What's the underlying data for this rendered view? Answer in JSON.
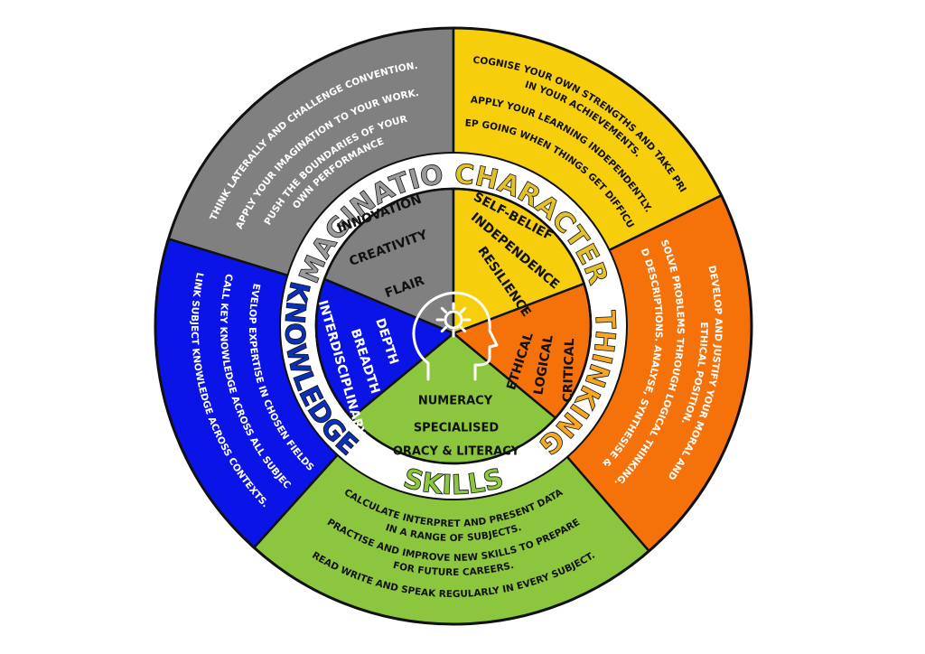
{
  "segments": [
    {
      "key": "imagination",
      "title": "IMAGINATION",
      "color": "#808080",
      "title_color": "#9a9a9a",
      "inner_text_color": "#111111",
      "outer_text_dark": false,
      "inner_items": [
        "INNOVATION",
        "CREATIVITY",
        "FLAIR"
      ],
      "outer_items": [
        "THINK LATERALLY AND CHALLENGE CONVENTION.",
        "APPLY YOUR IMAGINATION TO YOUR WORK.",
        "PUSH THE BOUNDARIES OF YOUR",
        "OWN PERFORMANCE"
      ]
    },
    {
      "key": "character",
      "title": "CHARACTER",
      "color": "#f6ce0c",
      "title_color": "#e3c12a",
      "inner_text_color": "#111111",
      "outer_text_dark": true,
      "inner_items": [
        "SELF-BELIEF",
        "INDEPENDENCE",
        "RESILIENCE"
      ],
      "outer_items": [
        "RECOGNISE YOUR OWN STRENGTHS AND TAKE PRIDE",
        "IN YOUR ACHIEVEMENTS.",
        "APPLY YOUR LEARNING INDEPENDENTLY.",
        "KEEP GOING WHEN THINGS GET DIFFICULT."
      ]
    },
    {
      "key": "thinking",
      "title": "THINKING",
      "color": "#f5720a",
      "title_color": "#f5a623",
      "inner_text_color": "#111111",
      "outer_text_dark": false,
      "inner_items": [
        "ETHICAL",
        "LOGICAL",
        "CRITICAL"
      ],
      "outer_items": [
        "DEVELOP AND JUSTIFY YOUR MORAL AND",
        "ETHICAL POSITION.",
        "SOLVE PROBLEMS THROUGH LOGICAL THINKING.",
        "GO BEYOND DESCRIPTIONS. ANALYSE, SYNTHESISE & EVALUATE."
      ]
    },
    {
      "key": "skills",
      "title": "SKILLS",
      "color": "#8cc63f",
      "title_color": "#8cc63f",
      "inner_text_color": "#111111",
      "outer_text_dark": true,
      "inner_items": [
        "NUMERACY",
        "SPECIALISED",
        "ORACY & LITERACY"
      ],
      "outer_items": [
        "CALCULATE INTERPRET AND PRESENT DATA",
        "IN A RANGE OF SUBJECTS.",
        "PRACTISE AND IMPROVE NEW SKILLS TO PREPARE",
        "FOR FUTURE CAREERS.",
        "READ WRITE AND SPEAK REGULARLY IN EVERY SUBJECT."
      ]
    },
    {
      "key": "knowledge",
      "title": "KNOWLEDGE",
      "color": "#0a14e6",
      "title_color": "#0a2fb8",
      "inner_text_color": "#ffffff",
      "outer_text_dark": false,
      "inner_items": [
        "DEPTH",
        "BREADTH",
        "INTERDISCIPLINARY"
      ],
      "outer_items": [
        "DEVELOP EXPERTISE IN CHOSEN FIELDS.",
        "RECALL KEY KNOWLEDGE ACROSS ALL SUBJECTS.",
        "LINK SUBJECT KNOWLEDGE ACROSS CONTEXTS."
      ]
    }
  ],
  "center_icon": "head-with-gear-icon"
}
